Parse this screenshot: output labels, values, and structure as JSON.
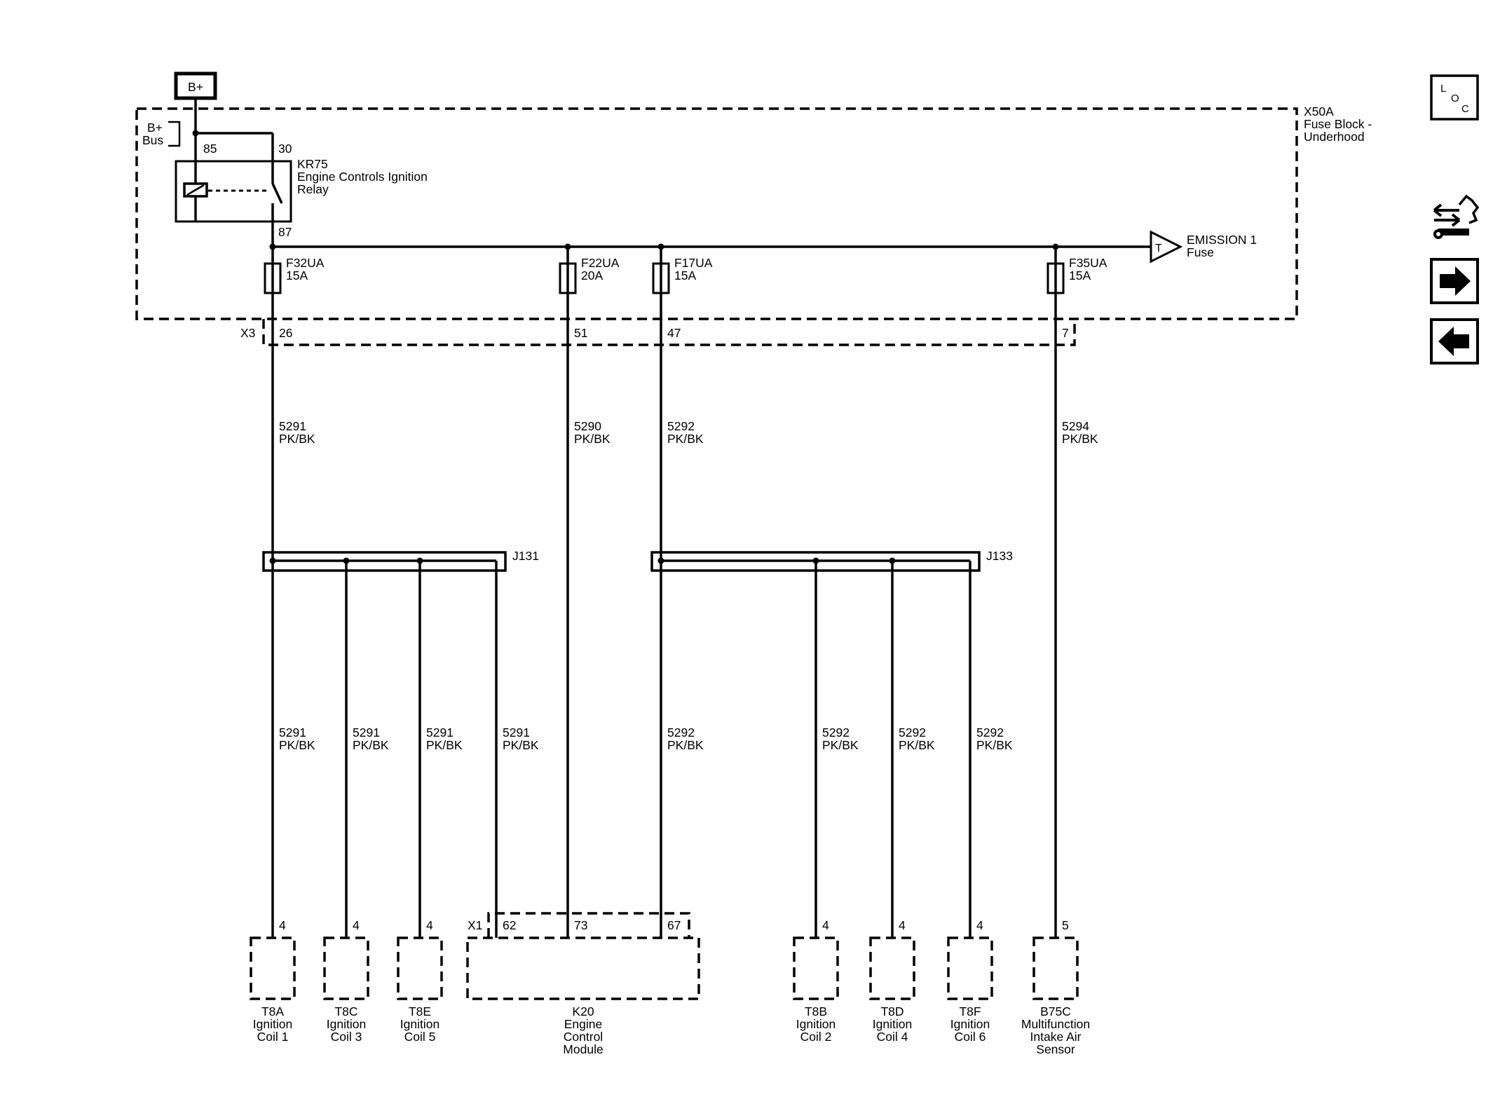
{
  "power": {
    "battery_label": "B+",
    "bus_label_1": "B+",
    "bus_label_2": "Bus"
  },
  "fuse_block": {
    "id": "X50A",
    "name_line1": "Fuse Block -",
    "name_line2": "Underhood",
    "connector": "X3"
  },
  "relay": {
    "id": "KR75",
    "name_line1": "Engine Controls Ignition",
    "name_line2": "Relay",
    "pins": {
      "coil": "85",
      "switch_in": "30",
      "switch_out": "87"
    }
  },
  "emission": {
    "line1": "EMISSION 1",
    "line2": "Fuse",
    "tag": "T"
  },
  "fuses": [
    {
      "id": "F32UA",
      "rating": "15A",
      "pin": "26",
      "circuit": "5291",
      "color": "PK/BK"
    },
    {
      "id": "F22UA",
      "rating": "20A",
      "pin": "51",
      "circuit": "5290",
      "color": "PK/BK"
    },
    {
      "id": "F17UA",
      "rating": "15A",
      "pin": "47",
      "circuit": "5292",
      "color": "PK/BK"
    },
    {
      "id": "F35UA",
      "rating": "15A",
      "pin": "7",
      "circuit": "5294",
      "color": "PK/BK"
    }
  ],
  "splices": [
    {
      "id": "J131"
    },
    {
      "id": "J133"
    }
  ],
  "lower_wires": [
    {
      "circuit": "5291",
      "color": "PK/BK"
    },
    {
      "circuit": "5291",
      "color": "PK/BK"
    },
    {
      "circuit": "5291",
      "color": "PK/BK"
    },
    {
      "circuit": "5291",
      "color": "PK/BK"
    },
    {
      "circuit": "5292",
      "color": "PK/BK"
    },
    {
      "circuit": "5292",
      "color": "PK/BK"
    },
    {
      "circuit": "5292",
      "color": "PK/BK"
    },
    {
      "circuit": "5292",
      "color": "PK/BK"
    }
  ],
  "components": [
    {
      "pin": "4",
      "line1": "T8A",
      "line2": "Ignition",
      "line3": "Coil 1"
    },
    {
      "pin": "4",
      "line1": "T8C",
      "line2": "Ignition",
      "line3": "Coil 3"
    },
    {
      "pin": "4",
      "line1": "T8E",
      "line2": "Ignition",
      "line3": "Coil 5"
    },
    {
      "pin": "4",
      "line1": "T8B",
      "line2": "Ignition",
      "line3": "Coil 2"
    },
    {
      "pin": "4",
      "line1": "T8D",
      "line2": "Ignition",
      "line3": "Coil 4"
    },
    {
      "pin": "4",
      "line1": "T8F",
      "line2": "Ignition",
      "line3": "Coil 6"
    },
    {
      "pin": "5",
      "line1": "B75C",
      "line2": "Multifunction",
      "line3": "Intake Air",
      "line4": "Sensor"
    }
  ],
  "ecm": {
    "connector": "X1",
    "pins": [
      "62",
      "73",
      "67"
    ],
    "line1": "K20",
    "line2": "Engine",
    "line3": "Control",
    "line4": "Module"
  },
  "nav": {
    "loc_l": "L",
    "loc_o": "O",
    "loc_c": "C",
    "icons": [
      "loc-icon",
      "diagnostic-icon",
      "forward-arrow-icon",
      "back-arrow-icon"
    ]
  }
}
